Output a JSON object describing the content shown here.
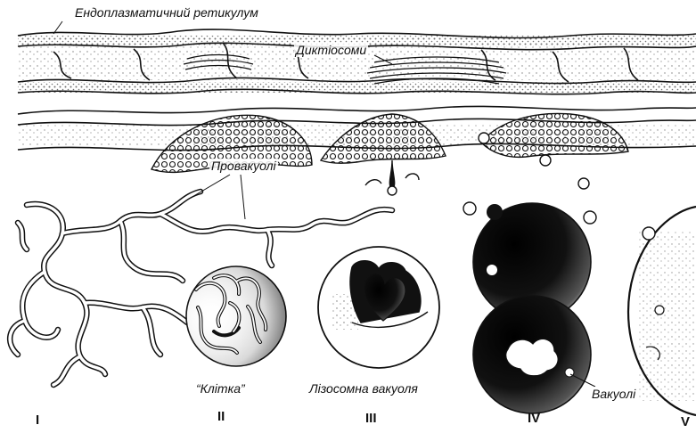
{
  "labels": {
    "er": "Ендоплазматичний ретикулум",
    "dictyosomes": "Диктіосоми",
    "provacuoles": "Провакуолі",
    "cage": "“Клітка”",
    "lysosomal_vacuole": "Лізосомна вакуоля",
    "vacuoles": "Вакуолі"
  },
  "stages": [
    "I",
    "II",
    "III",
    "IV",
    "V"
  ],
  "colors": {
    "ink": "#111111",
    "paper": "#ffffff"
  }
}
